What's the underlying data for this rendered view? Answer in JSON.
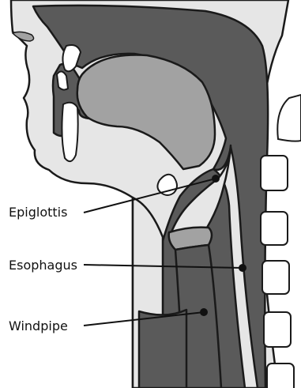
{
  "labels": {
    "epiglottis": "Epiglottis",
    "esophagus": "Esophagus",
    "windpipe": "Windpipe"
  },
  "colors": {
    "skin": "#e6e6e6",
    "dark_tissue": "#5a5a5a",
    "mid_tissue": "#a2a2a2",
    "outline": "#1a1a1a",
    "bone": "#ffffff",
    "background": "#ffffff"
  }
}
